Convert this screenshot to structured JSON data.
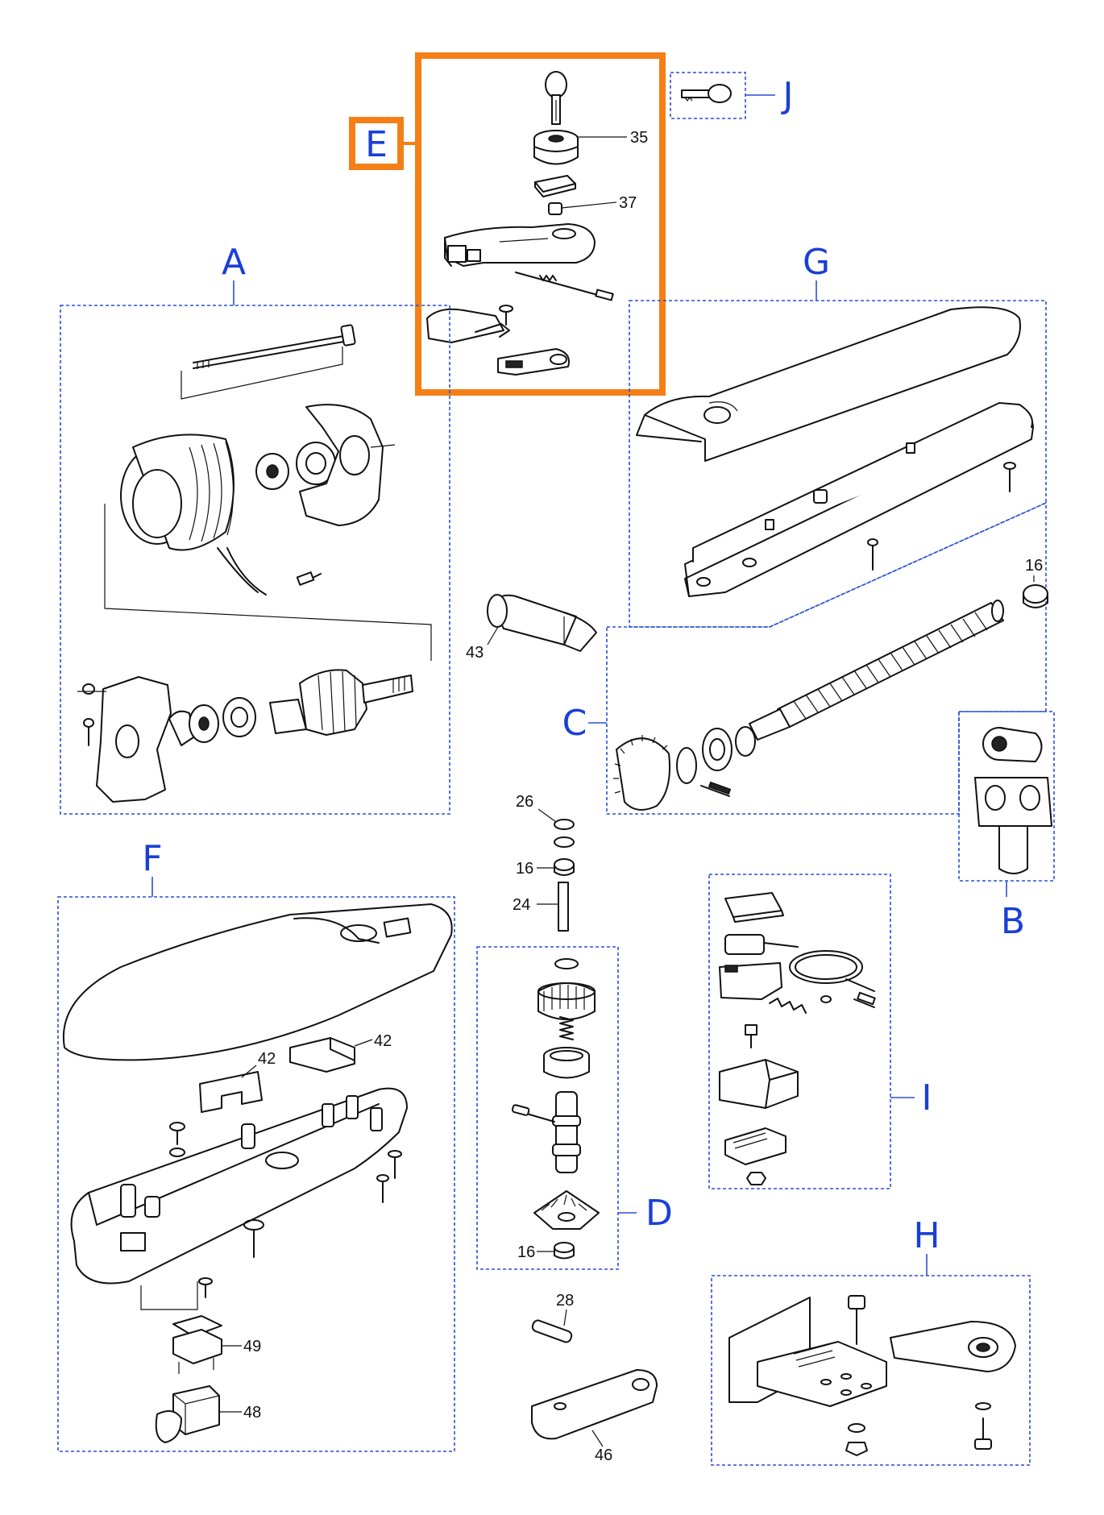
{
  "groups": {
    "A": "A",
    "B": "B",
    "C": "C",
    "D": "D",
    "E": "E",
    "F": "F",
    "G": "G",
    "H": "H",
    "I": "I",
    "J": "J"
  },
  "highlight": {
    "group": "E",
    "color": "#f57f17"
  },
  "accent_color": "#1a3fd6",
  "parts": {
    "p35": "35",
    "p37": "37",
    "p16a": "16",
    "p43": "43",
    "p26": "26",
    "p16b": "16",
    "p24": "24",
    "p16c": "16",
    "p42a": "42",
    "p42b": "42",
    "p49": "49",
    "p48": "48",
    "p28": "28",
    "p46": "46"
  }
}
